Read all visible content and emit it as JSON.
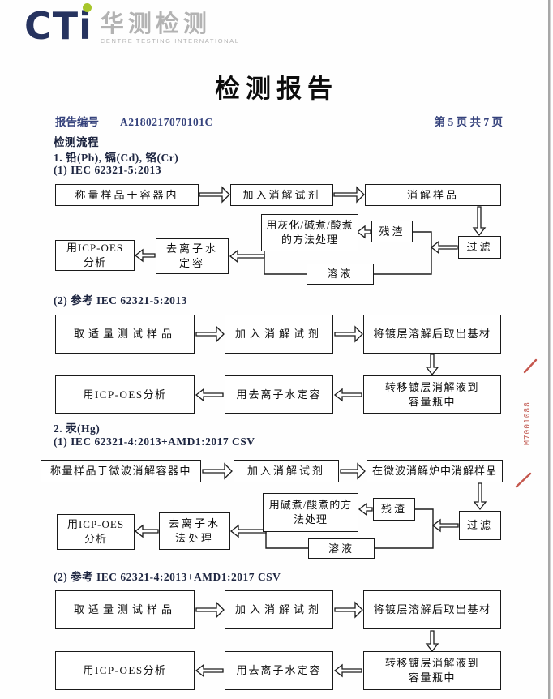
{
  "logo": {
    "abbr": "CTi",
    "cn": "华测检测",
    "en": "CENTRE TESTING INTERNATIONAL"
  },
  "header": {
    "title": "检测报告",
    "report_no_label": "报告编号",
    "report_no": "A2180217070101C",
    "page_info": "第 5 页  共 7 页"
  },
  "sections": {
    "flow_title": "检测流程",
    "s1_title": "1. 铅(Pb), 镉(Cd), 铬(Cr)",
    "s1_method1": "(1) IEC 62321-5:2013",
    "s1_method2": "(2) 参考 IEC 62321-5:2013",
    "s2_title": "2. 汞(Hg)",
    "s2_method1": "(1) IEC 62321-4:2013+AMD1:2017 CSV",
    "s2_method2": "(2) 参考 IEC 62321-4:2013+AMD1:2017 CSV"
  },
  "chart1": {
    "weigh": "称量样品于容器内",
    "add_reagent": "加入消解试剂",
    "digest": "消解样品",
    "filter": "过滤",
    "residue": "残渣",
    "treat_line1": "用灰化/碱煮/酸煮",
    "treat_line2": "的方法处理",
    "solution": "溶液",
    "dilute_line1": "去离子水",
    "dilute_line2": "定容",
    "icp_line1": "用ICP-OES",
    "icp_line2": "分析"
  },
  "chart2": {
    "take": "取适量测试样品",
    "add_reagent": "加入消解试剂",
    "dissolve": "将镀层溶解后取出基材",
    "transfer_line1": "转移镀层消解液到",
    "transfer_line2": "容量瓶中",
    "dilute": "用去离子水定容",
    "icp": "用ICP-OES分析"
  },
  "chart3": {
    "weigh": "称量样品于微波消解容器中",
    "add_reagent": "加入消解试剂",
    "digest": "在微波消解炉中消解样品",
    "filter": "过滤",
    "residue": "残渣",
    "treat_line1": "用碱煮/酸煮的方",
    "treat_line2": "法处理",
    "solution": "溶液",
    "dilute_line1": "去离子水",
    "dilute_line2": "法处理",
    "icp_line1": "用ICP-OES",
    "icp_line2": "分析"
  },
  "chart4": {
    "take": "取适量测试样品",
    "add_reagent": "加入消解试剂",
    "dissolve": "将镀层溶解后取出基材",
    "transfer_line1": "转移镀层消解液到",
    "transfer_line2": "容量瓶中",
    "dilute": "用去离子水定容",
    "icp": "用ICP-OES分析"
  },
  "stamp": {
    "code": "M7001088",
    "color": "#b5352c"
  },
  "colors": {
    "logo_navy": "#26335f",
    "logo_green": "#a7c62b",
    "logo_gray": "#b3b3b3",
    "meta_blue": "#35427c",
    "box_border": "#1a1a1a"
  }
}
